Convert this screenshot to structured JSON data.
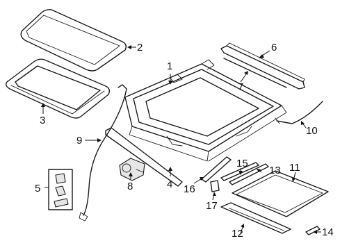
{
  "callouts": [
    {
      "id": "1",
      "text": "1"
    },
    {
      "id": "2",
      "text": "2"
    },
    {
      "id": "3",
      "text": "3"
    },
    {
      "id": "4",
      "text": "4"
    },
    {
      "id": "5",
      "text": "5"
    },
    {
      "id": "6",
      "text": "6"
    },
    {
      "id": "7",
      "text": "7"
    },
    {
      "id": "8",
      "text": "8"
    },
    {
      "id": "9",
      "text": "9"
    },
    {
      "id": "10",
      "text": "10"
    },
    {
      "id": "11",
      "text": "11"
    },
    {
      "id": "12",
      "text": "12"
    },
    {
      "id": "13",
      "text": "13"
    },
    {
      "id": "14",
      "text": "14"
    },
    {
      "id": "15",
      "text": "15"
    },
    {
      "id": "16",
      "text": "16"
    },
    {
      "id": "17",
      "text": "17"
    }
  ],
  "colors": {
    "ink": "#1a1a1a",
    "background": "#ffffff"
  }
}
